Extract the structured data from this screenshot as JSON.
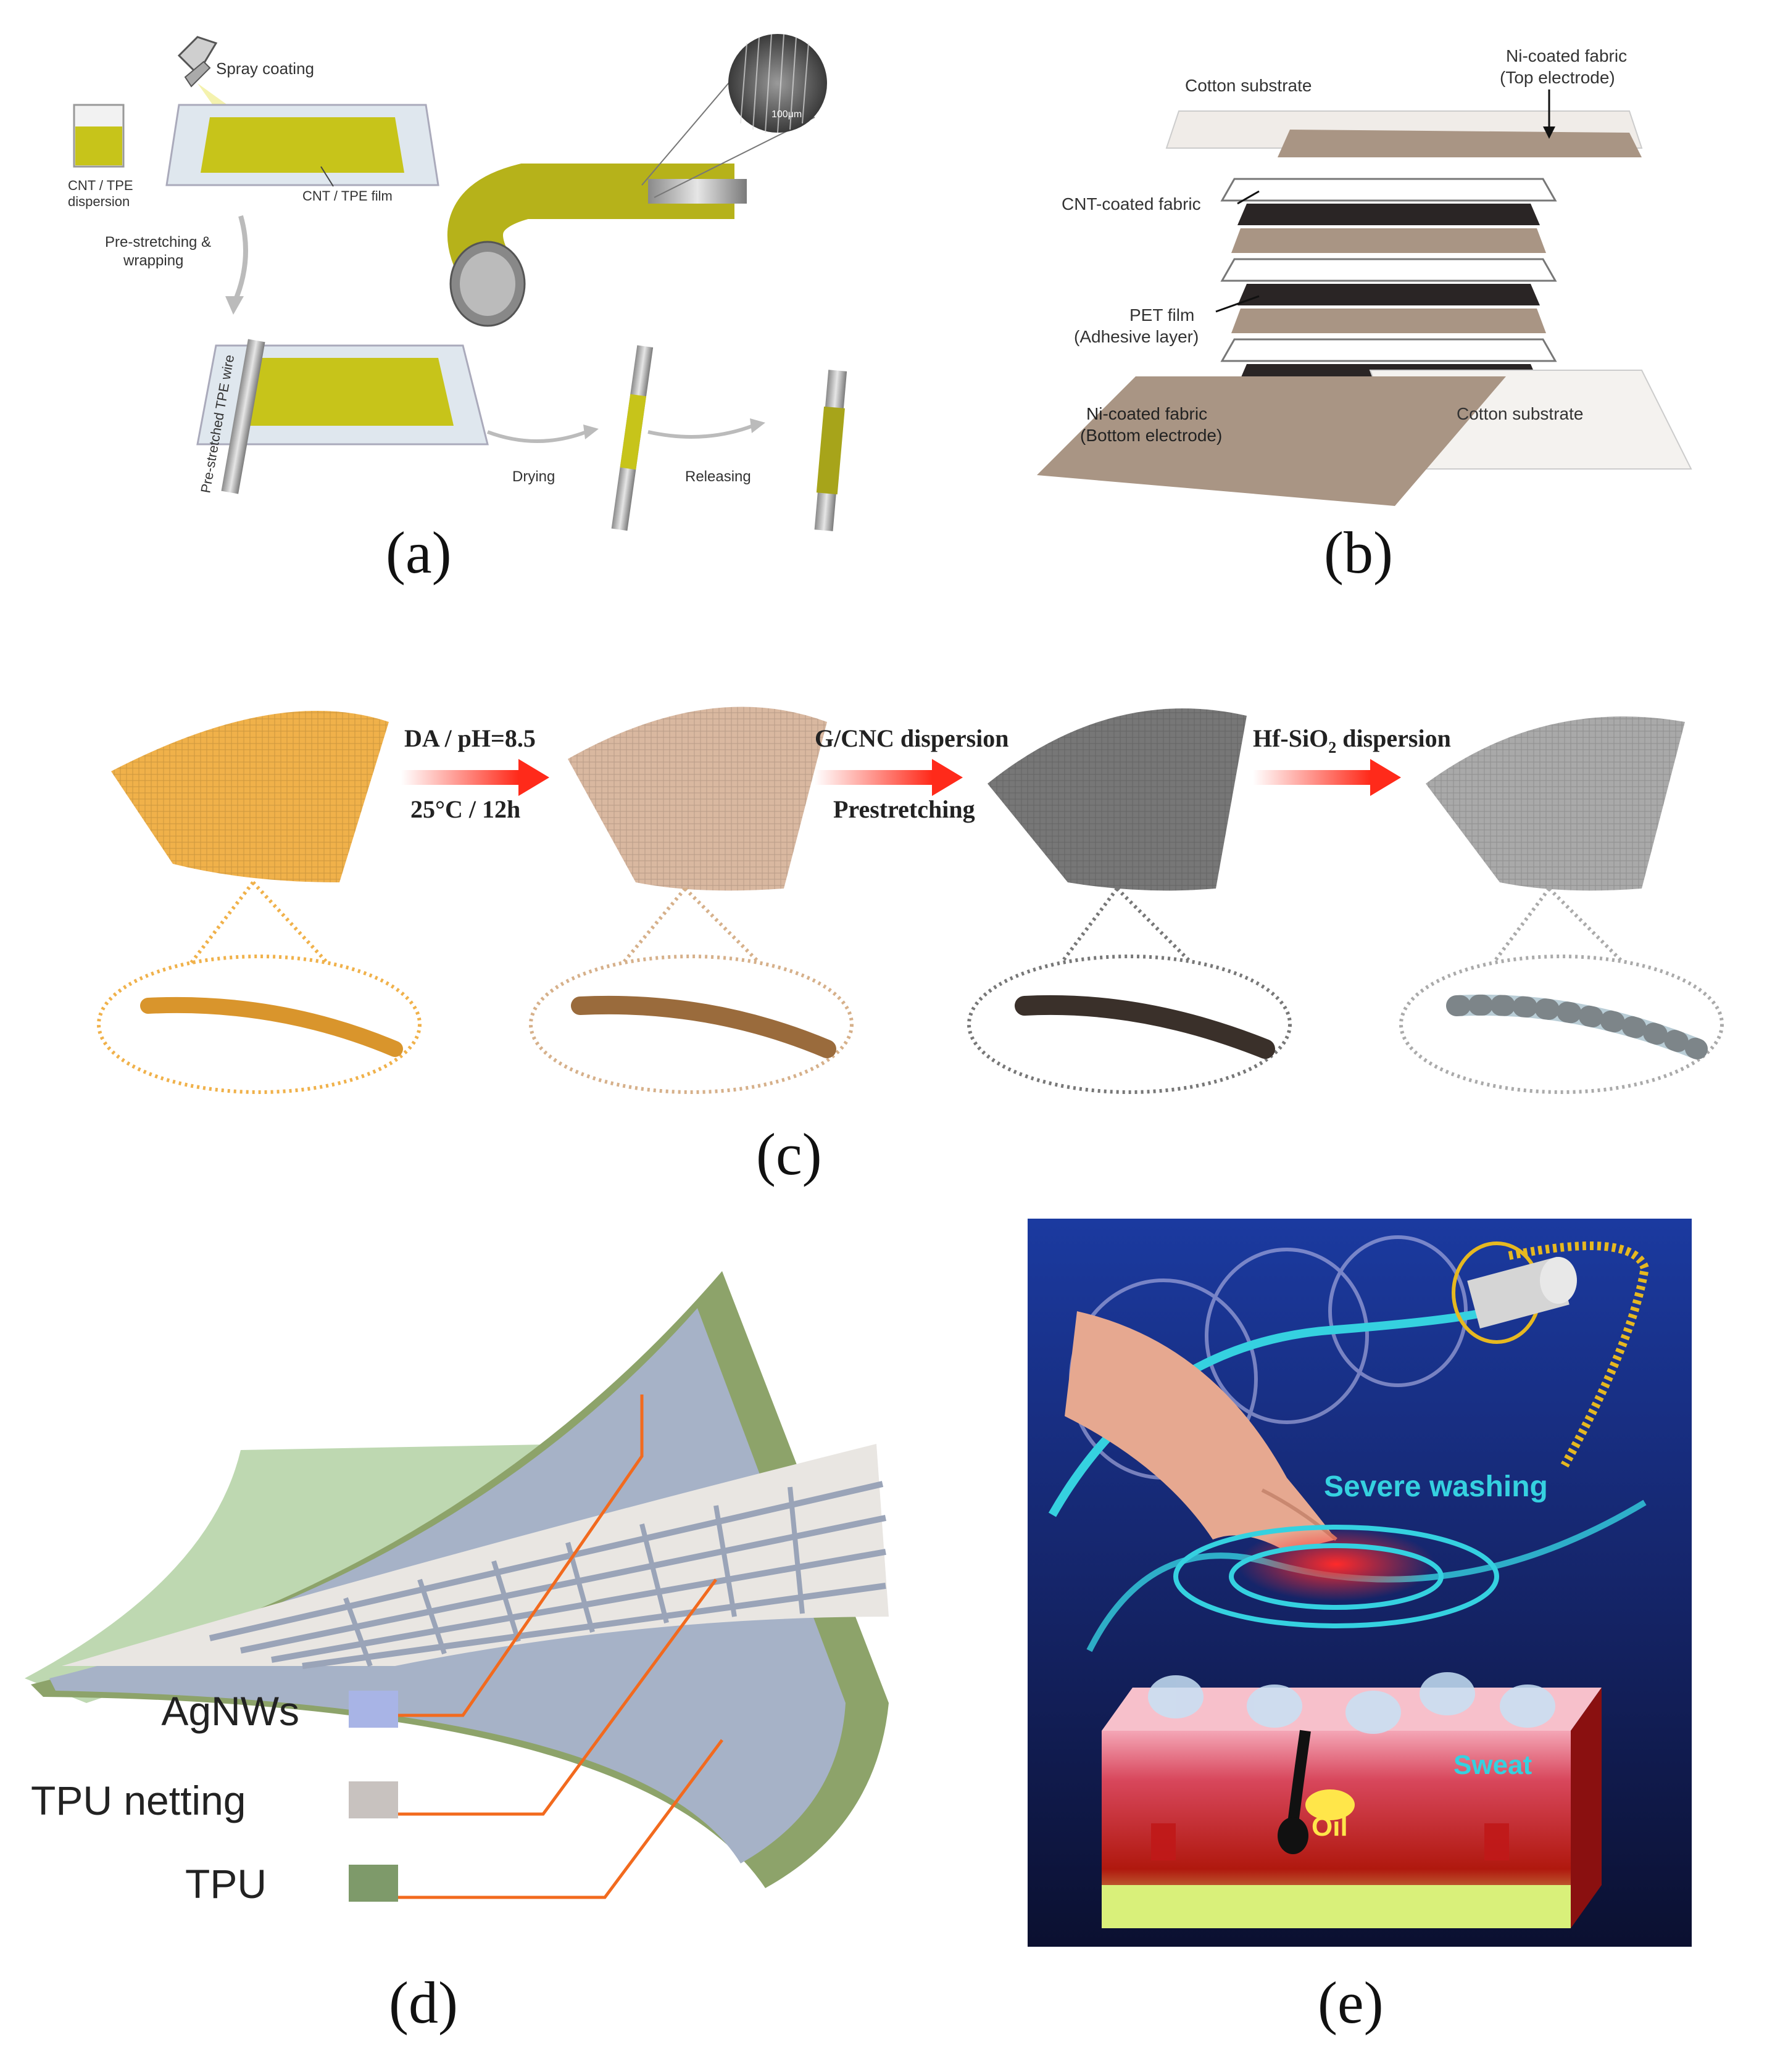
{
  "panel_a": {
    "letter": "(a)",
    "spray_coating": "Spray coating",
    "dispersion_1": "CNT / TPE",
    "dispersion_2": "dispersion",
    "film": "CNT / TPE film",
    "scale": "100μm",
    "prestretch_1": "Pre-stretching &",
    "prestretch_2": "wrapping",
    "wire": "Pre-stretched TPE wire",
    "drying": "Drying",
    "releasing": "Releasing"
  },
  "panel_b": {
    "letter": "(b)",
    "cotton_top": "Cotton substrate",
    "ni_top_1": "Ni-coated fabric",
    "ni_top_2": "(Top electrode)",
    "cnt": "CNT-coated fabric",
    "pet_1": "PET film",
    "pet_2": "(Adhesive layer)",
    "ni_bottom_1": "Ni-coated fabric",
    "ni_bottom_2": "(Bottom electrode)",
    "cotton_bottom": "Cotton substrate"
  },
  "panel_c": {
    "letter": "(c)",
    "step1_top": "DA / pH=8.5",
    "step1_bottom": "25°C / 12h",
    "step2_top": "G/CNC dispersion",
    "step2_bottom": "Prestretching",
    "step3_main": "Hf-SiO",
    "step3_sub": "2",
    "step3_tail": " dispersion"
  },
  "panel_d": {
    "letter": "(d)",
    "legend": [
      {
        "label": "AgNWs",
        "color": "#a8b4e6"
      },
      {
        "label": "TPU netting",
        "color": "#c8c2bf"
      },
      {
        "label": "TPU",
        "color": "#7e9a6a"
      }
    ]
  },
  "panel_e": {
    "letter": "(e)",
    "severe_washing": "Severe washing",
    "sweat": "Sweat",
    "oil": "Oil"
  },
  "colors": {
    "yellow_film": "#c7c41a",
    "arrow_red": "#ff2a1a",
    "leader_orange": "#f26a1e",
    "cyan": "#35d1e0",
    "oil_yellow": "#ffe64a"
  }
}
